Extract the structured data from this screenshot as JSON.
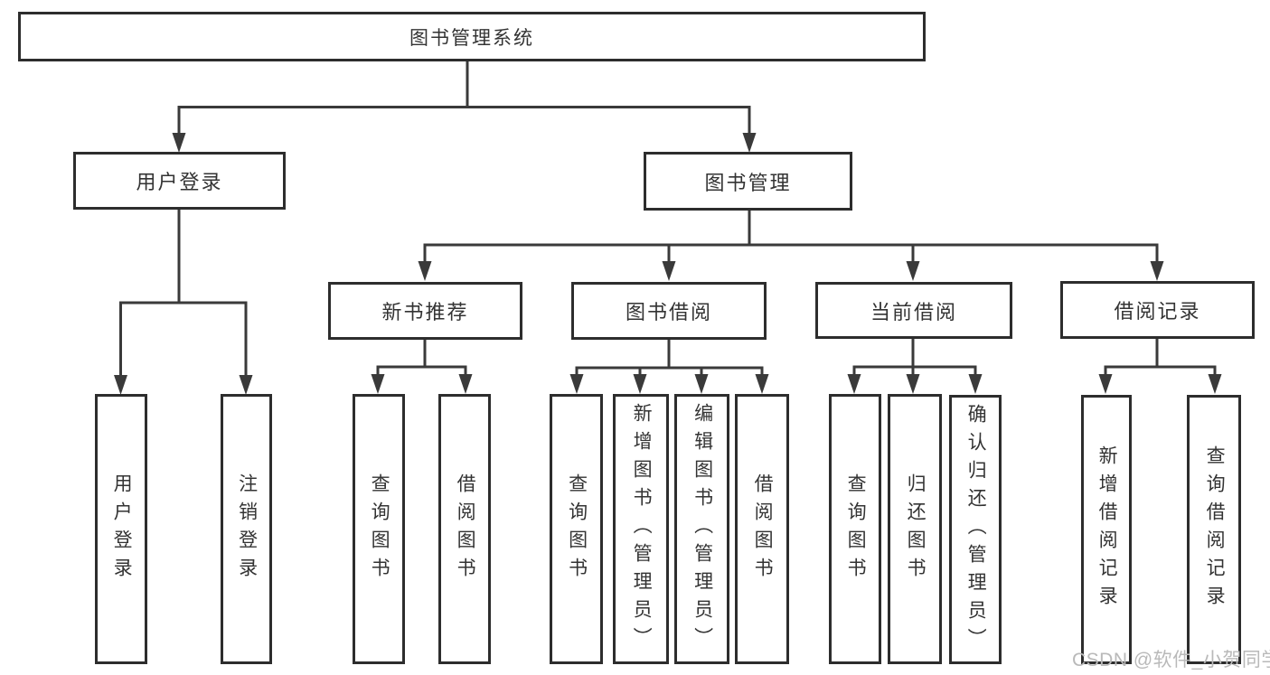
{
  "diagram": {
    "root": {
      "label": "图书管理系统"
    },
    "branches": [
      {
        "label": "用户登录",
        "children": [
          "用户登录",
          "注销登录"
        ]
      },
      {
        "label": "图书管理",
        "children": [
          {
            "label": "新书推荐",
            "children": [
              "查询图书",
              "借阅图书"
            ]
          },
          {
            "label": "图书借阅",
            "children": [
              "查询图书",
              "新增图书（管理员）",
              "编辑图书（管理员）",
              "借阅图书"
            ]
          },
          {
            "label": "当前借阅",
            "children": [
              "查询图书",
              "归还图书",
              "确认归还（管理员）"
            ]
          },
          {
            "label": "借阅记录",
            "children": [
              "新增借阅记录",
              "查询借阅记录"
            ]
          }
        ]
      }
    ],
    "colors": {
      "line": "#3a3a3a",
      "border": "#2d2d2d",
      "text": "#333333",
      "canvas": "#ffffff",
      "watermark": "#b9b9b9"
    }
  },
  "watermark": {
    "text": "CSDN @软件_小贺同学"
  }
}
